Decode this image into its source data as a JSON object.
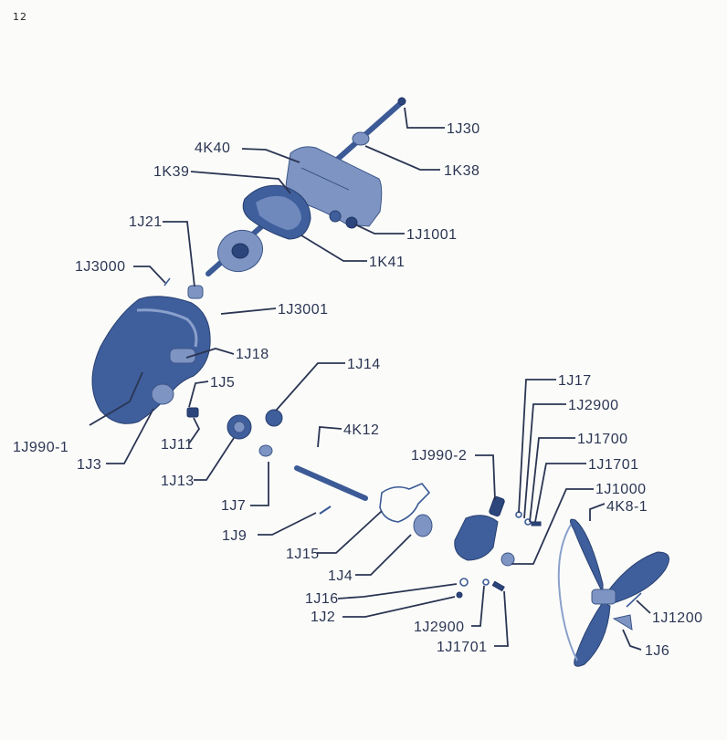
{
  "page_number": "12",
  "labels": [
    {
      "id": "1J30",
      "text": "1J30"
    },
    {
      "id": "4K40",
      "text": "4K40"
    },
    {
      "id": "1K38",
      "text": "1K38"
    },
    {
      "id": "1K39",
      "text": "1K39"
    },
    {
      "id": "1J21",
      "text": "1J21"
    },
    {
      "id": "1J1001",
      "text": "1J1001"
    },
    {
      "id": "1J3000",
      "text": "1J3000"
    },
    {
      "id": "1K41",
      "text": "1K41"
    },
    {
      "id": "1J3001",
      "text": "1J3001"
    },
    {
      "id": "1J18",
      "text": "1J18"
    },
    {
      "id": "1J14",
      "text": "1J14"
    },
    {
      "id": "1J5",
      "text": "1J5"
    },
    {
      "id": "1J17",
      "text": "1J17"
    },
    {
      "id": "1J2900a",
      "text": "1J2900"
    },
    {
      "id": "1J990-1",
      "text": "1J990-1"
    },
    {
      "id": "4K12",
      "text": "4K12"
    },
    {
      "id": "1J1700",
      "text": "1J1700"
    },
    {
      "id": "1J11",
      "text": "1J11"
    },
    {
      "id": "1J990-2",
      "text": "1J990-2"
    },
    {
      "id": "1J1701a",
      "text": "1J1701"
    },
    {
      "id": "1J3",
      "text": "1J3"
    },
    {
      "id": "1J13",
      "text": "1J13"
    },
    {
      "id": "1J1000",
      "text": "1J1000"
    },
    {
      "id": "4K8-1",
      "text": "4K8-1"
    },
    {
      "id": "1J7",
      "text": "1J7"
    },
    {
      "id": "1J9",
      "text": "1J9"
    },
    {
      "id": "1J15",
      "text": "1J15"
    },
    {
      "id": "1J4",
      "text": "1J4"
    },
    {
      "id": "1J16",
      "text": "1J16"
    },
    {
      "id": "1J2",
      "text": "1J2"
    },
    {
      "id": "1J1200",
      "text": "1J1200"
    },
    {
      "id": "1J2900b",
      "text": "1J2900"
    },
    {
      "id": "1J1701b",
      "text": "1J1701"
    },
    {
      "id": "1J6",
      "text": "1J6"
    }
  ]
}
